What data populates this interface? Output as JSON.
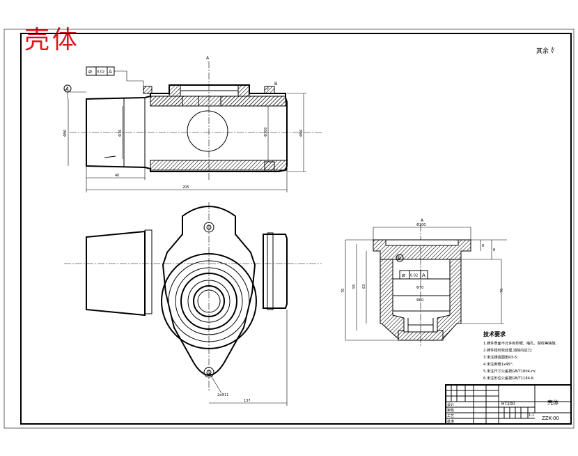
{
  "title": "壳体",
  "roughness_note": "其余 ∜",
  "datum_a": "A",
  "datum_b": "B",
  "section_mark": "A",
  "gdt_frames": [
    {
      "symbol": "⌀",
      "value": "0.02",
      "datum": "A"
    },
    {
      "symbol": "⌀",
      "value": "0.02",
      "datum": "A"
    }
  ],
  "dims": {
    "front_dia_left": "Φ90",
    "front_dia_mid": "Φ76",
    "front_dia_right": "Φ100",
    "front_dia_far": "Φ96",
    "front_len_a": "40",
    "front_len_total": "205",
    "side_len": "137",
    "side_hole": "2xΦ11",
    "sec_top_width": "Φ100",
    "sec_mid_dia": "Φ70",
    "sec_inner_dia": "Φ60",
    "sec_h1": "8",
    "sec_h2": "70",
    "sec_h3": "55",
    "sec_h4": "63",
    "sec_h5": "8"
  },
  "tech_req": {
    "heading": "技术要求",
    "items": [
      "1.铸件表面不允许有砂眼、缩孔、裂纹等缺陷;",
      "2.铸件经时效处理,消除内应力;",
      "3.未注铸造圆角R3-5;",
      "4.未注倒角1x45°;",
      "5.未注尺寸公差按GB/T1804-m;",
      "6.未注形位公差按GB/T1184-K"
    ]
  },
  "title_block": {
    "part_name": "壳体",
    "drawing_no": "ZZK-00",
    "material": "HT200",
    "scale": "1:1",
    "labels": [
      "设计",
      "审核",
      "工艺",
      "批准"
    ]
  }
}
